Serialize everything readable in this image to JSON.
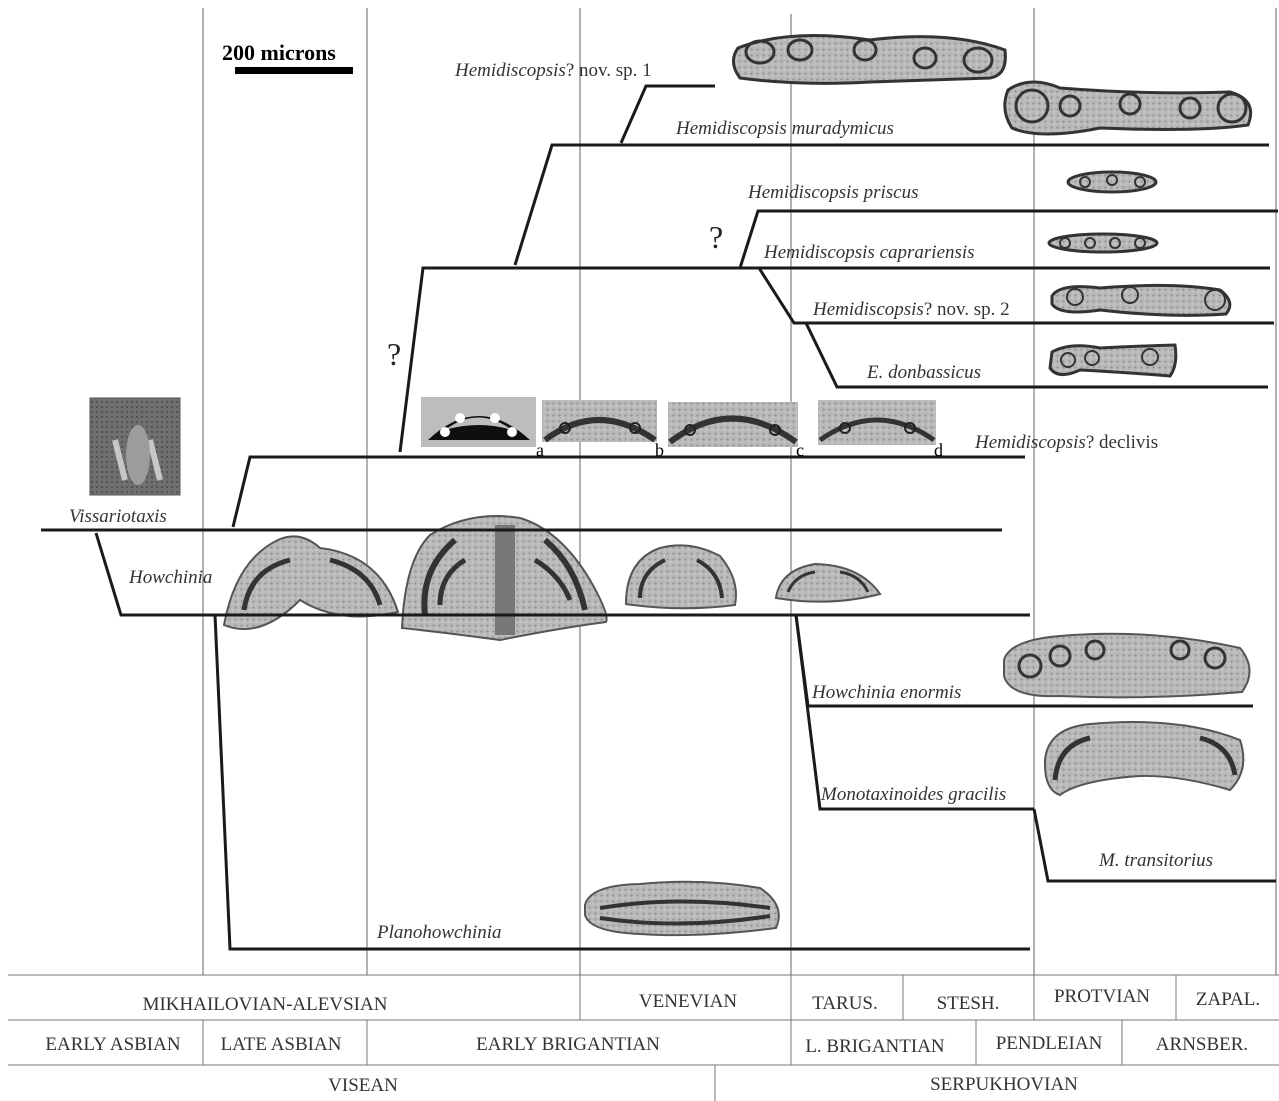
{
  "scale_bar": {
    "label": "200 microns"
  },
  "taxa": {
    "nov_sp_1": {
      "genus": "Hemidiscopsis",
      "rest": "? nov. sp. 1"
    },
    "muradymicus": {
      "name": "Hemidiscopsis muradymicus"
    },
    "priscus": {
      "name": "Hemidiscopsis priscus"
    },
    "caprariensis": {
      "name": "Hemidiscopsis caprariensis"
    },
    "nov_sp_2": {
      "genus": "Hemidiscopsis",
      "rest": "? nov. sp. 2"
    },
    "donbassicus": {
      "name": "E. donbassicus"
    },
    "declivis": {
      "genus": "Hemidiscopsis",
      "rest": "? declivis"
    },
    "vissariotaxis": {
      "name": "Vissariotaxis"
    },
    "howchinia": {
      "name": "Howchinia"
    },
    "enormis": {
      "name": "Howchinia enormis"
    },
    "gracilis": {
      "name": "Monotaxinoides gracilis"
    },
    "transitorius": {
      "name": "M. transitorius"
    },
    "planohowchinia": {
      "name": "Planohowchinia"
    }
  },
  "question_marks": [
    "?",
    "?"
  ],
  "panel_letters": [
    "a",
    "b",
    "c",
    "d"
  ],
  "stratigraphy": {
    "row1": [
      "MIKHAILOVIAN-ALEVSIAN",
      "VENEVIAN",
      "TARUS.",
      "STESH.",
      "PROTVIAN",
      "ZAPAL."
    ],
    "row2": [
      "EARLY ASBIAN",
      "LATE ASBIAN",
      "EARLY BRIGANTIAN",
      "L. BRIGANTIAN",
      "PENDLEIAN",
      "ARNSBER."
    ],
    "row3": [
      "VISEAN",
      "SERPUKHOVIAN"
    ]
  },
  "colors": {
    "lineage": "#1a1a1a",
    "grid": "#666666",
    "text": "#333333",
    "specimen": "#8a8a8a"
  }
}
